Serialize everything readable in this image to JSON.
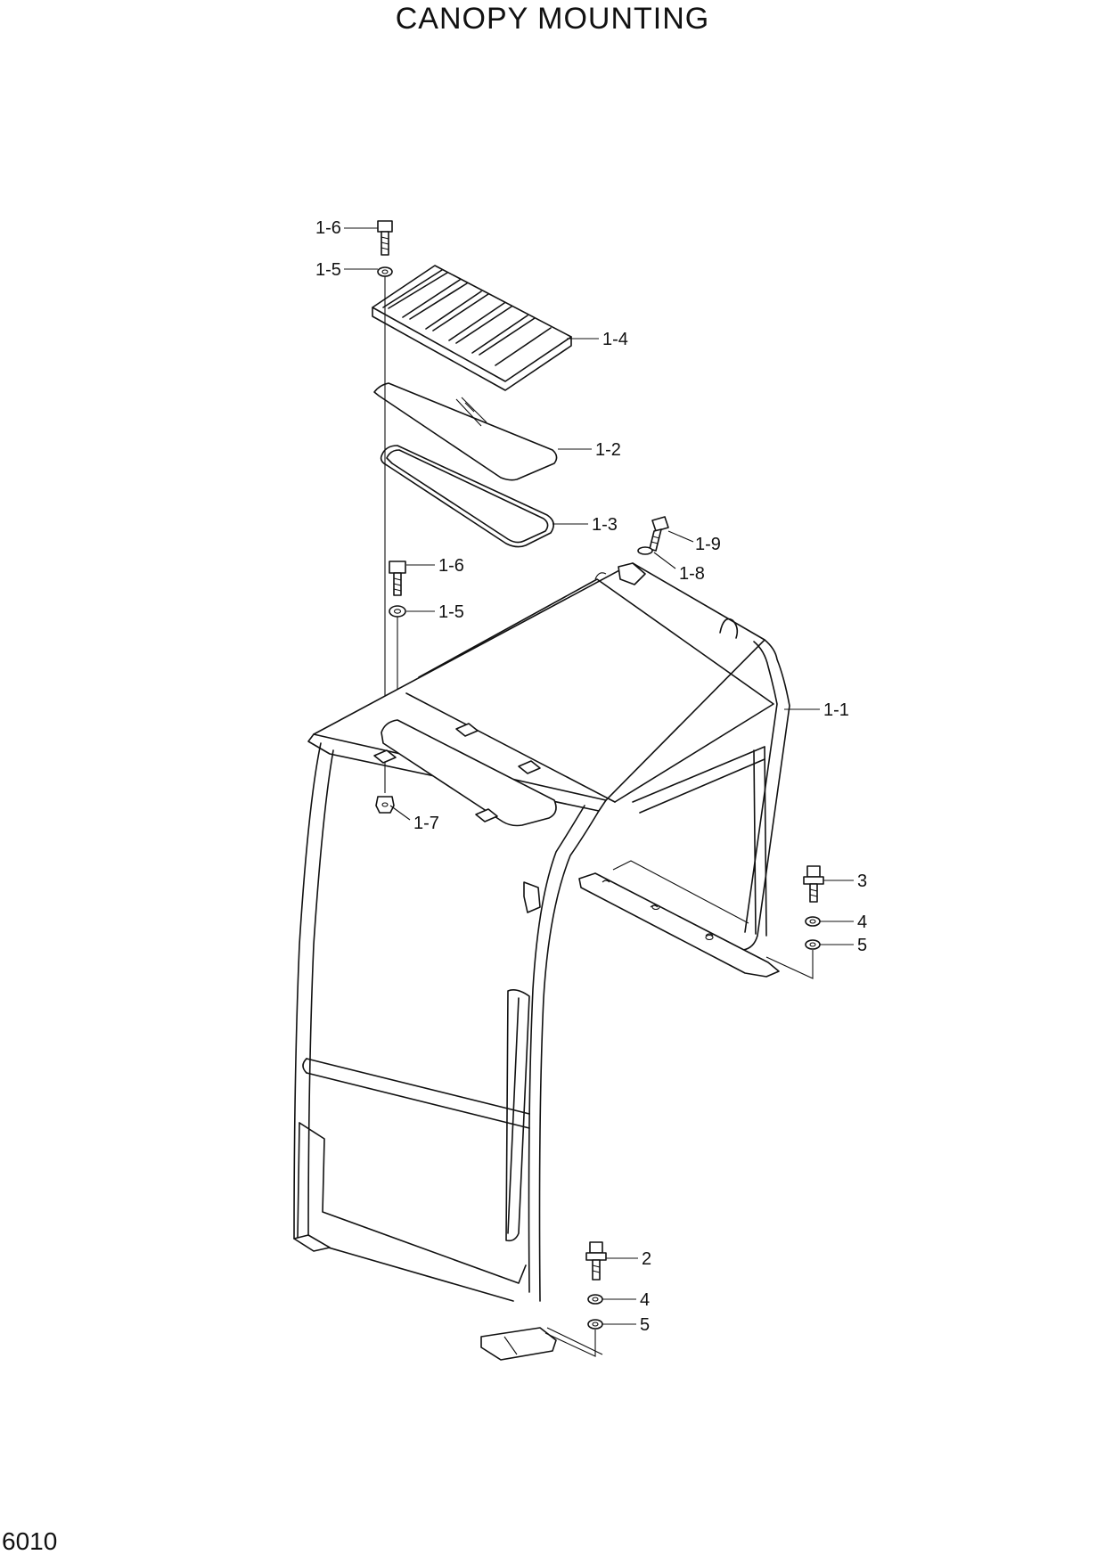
{
  "title": "CANOPY MOUNTING",
  "page_number": "6010",
  "callouts": {
    "p1_1": "1-1",
    "p1_2": "1-2",
    "p1_3": "1-3",
    "p1_4": "1-4",
    "p1_5a": "1-5",
    "p1_5b": "1-5",
    "p1_6a": "1-6",
    "p1_6b": "1-6",
    "p1_7": "1-7",
    "p1_8": "1-8",
    "p1_9": "1-9",
    "p2": "2",
    "p3": "3",
    "p4a": "4",
    "p4b": "4",
    "p5a": "5",
    "p5b": "5"
  }
}
